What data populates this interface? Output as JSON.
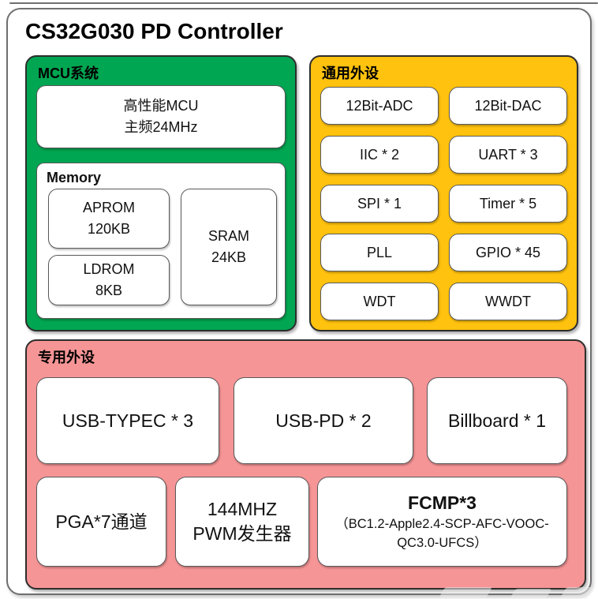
{
  "title": "CS32G030 PD Controller",
  "colors": {
    "mcu_panel": "#00A651",
    "general_panel": "#FFC20E",
    "dedicated_panel": "#F69596",
    "frame_border": "#6f6f6f",
    "box_border": "#58595b"
  },
  "mcu": {
    "header": "MCU系统",
    "cpu": [
      "高性能MCU",
      "主频24MHz"
    ],
    "memory": {
      "header": "Memory",
      "aprom": [
        "APROM",
        "120KB"
      ],
      "ldrom": [
        "LDROM",
        "8KB"
      ],
      "sram": [
        "SRAM",
        "24KB"
      ]
    }
  },
  "general": {
    "header": "通用外设",
    "items": [
      "12Bit-ADC",
      "12Bit-DAC",
      "IIC * 2",
      "UART * 3",
      "SPI * 1",
      "Timer * 5",
      "PLL",
      "GPIO * 45",
      "WDT",
      "WWDT"
    ]
  },
  "dedicated": {
    "header": "专用外设",
    "row1": [
      "USB-TYPEC * 3",
      "USB-PD * 2",
      "Billboard * 1"
    ],
    "pga": [
      "PGA*7通道"
    ],
    "pwm": [
      "144MHZ",
      "PWM发生器"
    ],
    "fcmp": {
      "title": "FCMP*3",
      "sub1": "（BC1.2-Apple2.4-SCP-AFC-VOOC-",
      "sub2": "QC3.0-UFCS）"
    }
  }
}
